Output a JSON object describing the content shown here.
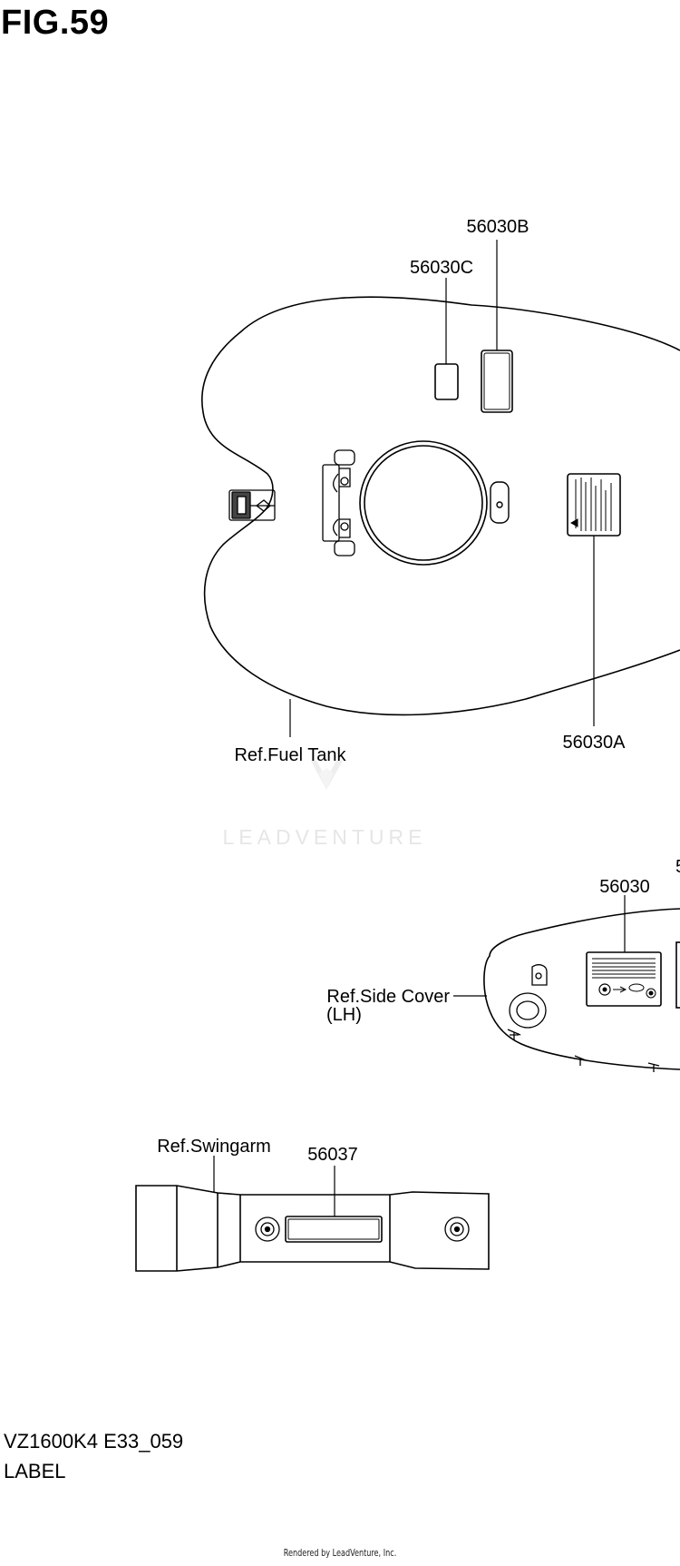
{
  "figure_title": "FIG.59",
  "callouts": {
    "part_56030B": "56030B",
    "part_56030C": "56030C",
    "part_56030A": "56030A",
    "part_56030": "56030",
    "part_56037": "56037"
  },
  "references": {
    "fuel_tank": "Ref.Fuel Tank",
    "side_cover": "Ref.Side Cover",
    "side_cover_side": "(LH)",
    "swingarm": "Ref.Swingarm"
  },
  "watermark": "LEADVENTURE",
  "diagram_code": "VZ1600K4 E33_059",
  "diagram_name": "LABEL",
  "footer": "Rendered by LeadVenture, Inc."
}
